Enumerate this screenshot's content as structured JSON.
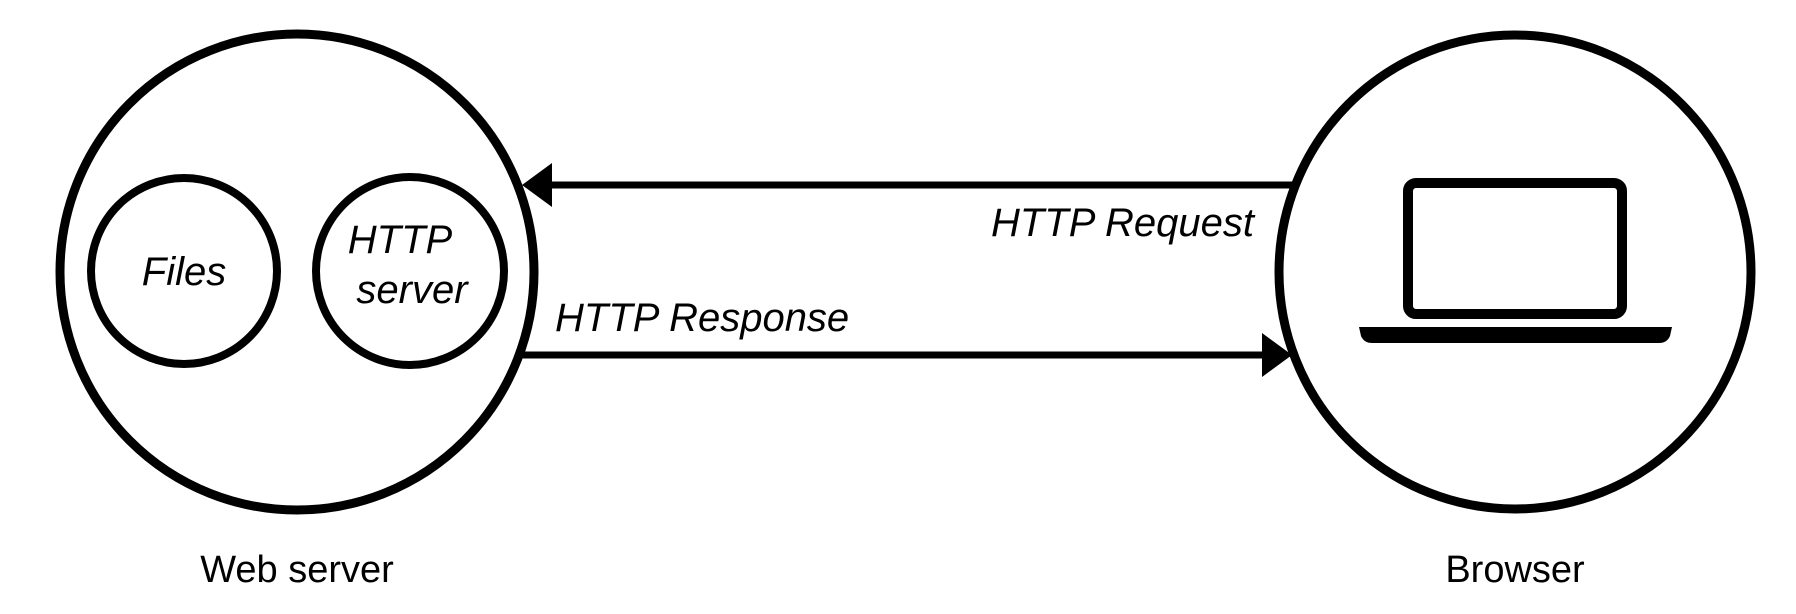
{
  "nodes": {
    "web_server": {
      "caption": "Web server",
      "components": {
        "files": {
          "label": "Files"
        },
        "http_server": {
          "label_line1": "HTTP",
          "label_line2": "server"
        }
      }
    },
    "browser": {
      "caption": "Browser",
      "icon": "laptop-icon"
    }
  },
  "edges": {
    "request": {
      "label": "HTTP Request",
      "from": "Browser",
      "to": "Web server"
    },
    "response": {
      "label": "HTTP Response",
      "from": "Web server",
      "to": "Browser"
    }
  },
  "colors": {
    "stroke": "#000000",
    "background": "#ffffff"
  }
}
